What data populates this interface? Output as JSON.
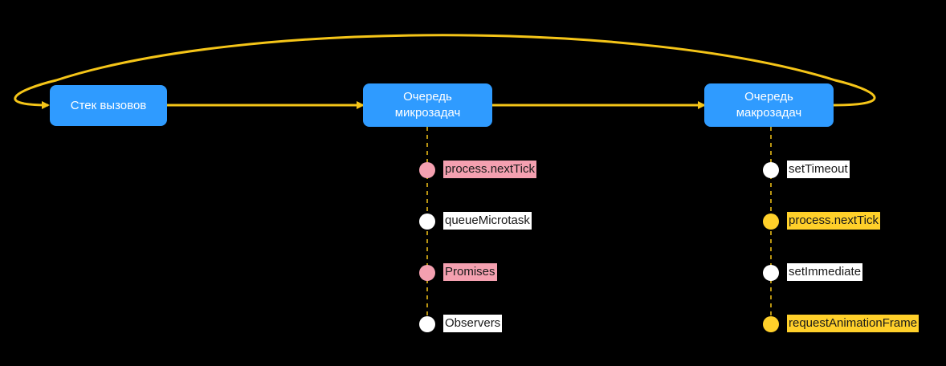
{
  "colors": {
    "background": "#000000",
    "node_fill": "#2f9bff",
    "arrow": "#f5c518",
    "pink": "#f4a0b0",
    "yellow": "#ffd02a",
    "white": "#ffffff"
  },
  "nodes": {
    "call_stack": {
      "label": "Стек вызовов"
    },
    "microtask_queue": {
      "line1": "Очередь",
      "line2": "микрозадач"
    },
    "macrotask_queue": {
      "line1": "Очередь",
      "line2": "макрозадач"
    }
  },
  "microtasks": [
    {
      "label": "process.nextTick",
      "color": "pink"
    },
    {
      "label": "queueMicrotask",
      "color": "white"
    },
    {
      "label": "Promises",
      "color": "pink"
    },
    {
      "label": "Observers",
      "color": "white"
    }
  ],
  "macrotasks": [
    {
      "label": "setTimeout",
      "color": "white"
    },
    {
      "label": "process.nextTick",
      "color": "yellow"
    },
    {
      "label": "setImmediate",
      "color": "white"
    },
    {
      "label": "requestAnimationFrame",
      "color": "yellow"
    }
  ]
}
